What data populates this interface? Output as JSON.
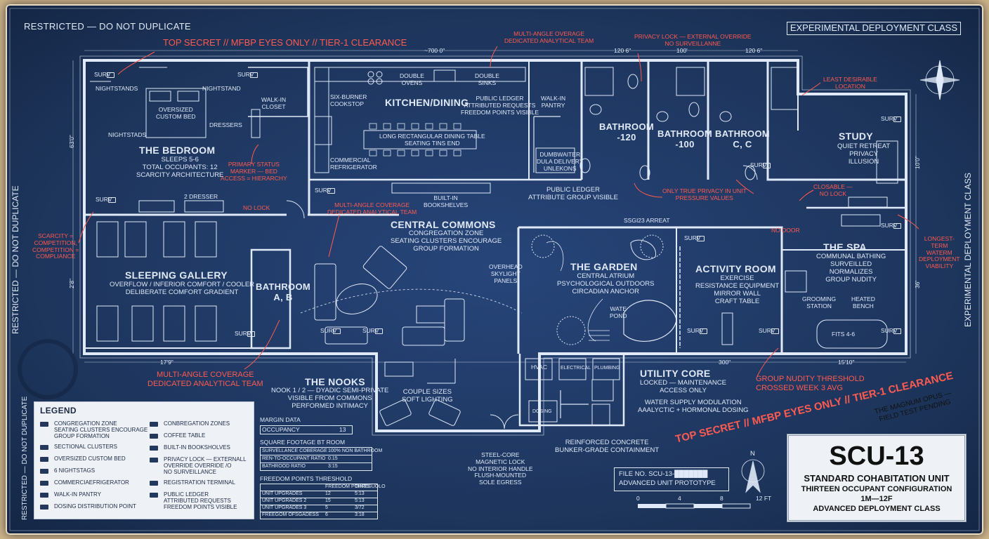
{
  "corner_labels": {
    "top_left": "RESTRICTED — DO NOT DUPLICATE",
    "top_right": "EXPERIMENTAL DEPLOYMENT CLASS",
    "left_vertical": "RESTRICTED — DO NOT DUPLICATE",
    "left_vertical_lower": "RESTRICTED — DO NOT DUPLICATE",
    "right_vertical": "EXPERIMENTAL DEPLOYMENT CLASS"
  },
  "annotations": {
    "top_secret_top": "TOP SECRET // MFBP EYES ONLY // TIER-1 CLEARANCE",
    "multi_angle_top": [
      "MULTI-ANGLE OVERAGE",
      "DEDICATED ANALYTICAL TEAM"
    ],
    "privacy_lock_top": [
      "PRIVACY LOCK — EXTERNAL OVERRIDE",
      "NO SURVEILLANNE"
    ],
    "least_desirable": [
      "LEAST DESIRABLE",
      "LOCATION"
    ],
    "primary_status": [
      "PRIMARY STATUS",
      "MARKER — BED",
      "ACCESS = HIERARCHY"
    ],
    "no_lock": "NO LOCK",
    "multi_angle_mid": [
      "MULTI-ANGLE COVERAGE",
      "DEDICATED ANALYTICAL TEAM"
    ],
    "only_true_privacy": [
      "ONLY TRUE PRIVACY IN UNIT",
      "PRESSURE VALUES"
    ],
    "closable": [
      "CLOSABLE —",
      "NO LOCK"
    ],
    "no_door": "NO DOOR",
    "scarcity": [
      "SCARCITY =",
      "COMPETITION,",
      "COMPETITION =",
      "COMPLIANCE"
    ],
    "longest_term": [
      "LONGEST-",
      "TERM",
      "WATERM",
      "DEPLOYMENT",
      "VIABILITY"
    ],
    "multi_angle_bottom": [
      "MULTI-ANGLE COVERAGE",
      "DEDICATED ANALYTICAL TEAM"
    ],
    "group_nudity": [
      "GROUP NUDITY THRESHOLD",
      "CROSSED WEEK 3 AVG"
    ],
    "top_secret_bottom": "TOP SECRET // MFBP EYES ONLY // TIER-1 CLEARANCE",
    "magnum_opus": [
      "THE MAGNUM OPUS —",
      "FIELD TEST PENDING"
    ]
  },
  "dimensions": {
    "top_a": "~700 0\"",
    "top_b": "120 6\"",
    "top_c": "100'",
    "top_d": "120 6\"",
    "bottom_a": "17'9\"",
    "bottom_b": "300\"",
    "bottom_c": "15'10\"",
    "left_a": "63'0\"",
    "left_b": "2'8\"",
    "right_a": "10'0\"",
    "right_b": "36'"
  },
  "rooms": {
    "bedroom": {
      "title": "THE BEDROOM",
      "lines": [
        "SLEEPS 5-6",
        "TOTAL OCCUPANTS: 12",
        "SCARCITY ARCHITECTURE"
      ],
      "bed": [
        "OVERSIZED",
        "CUSTOM BED"
      ],
      "nightstands_a": "NIGHTSTANDS",
      "nightstand_b": "NIGHTSTAND",
      "nightstands_c": "NIGHTSTADS",
      "walkin": [
        "WALK-IN",
        "CLOSET"
      ],
      "dressers": "DRESSERS",
      "dresser2": "2 DRESSER"
    },
    "kitchen": {
      "title": "KITCHEN/DINING",
      "burner": [
        "SIX-BURNER",
        "COOKSTOP"
      ],
      "ovens": [
        "DOUBLE",
        "OVENS"
      ],
      "sinks": [
        "DOUBLE",
        "SINKS"
      ],
      "public_ledger": [
        "PUBLIC LEDGER",
        "ATTRIBUTED REQUESTS",
        "FREEDOM POINTS VISIBLE"
      ],
      "table": [
        "LONG RECTANGULAR DINING TABLE",
        "SEATING TINS END"
      ],
      "fridge": [
        "COMMERCIAL",
        "REFRIGERATOR"
      ],
      "pantry": [
        "WALK-IN",
        "PANTRY"
      ],
      "dumbwaiter": [
        "DUMBWAITER",
        "DULA DELIVERY",
        "UNLEKONS"
      ],
      "bookshelves": [
        "BUILT-IN",
        "BOOKSHELVES"
      ]
    },
    "bath_120": {
      "title": [
        "BATHROOM",
        "-120"
      ]
    },
    "bath_100": {
      "title": [
        "BATHROOM",
        "-100"
      ]
    },
    "bath_cc": {
      "title": [
        "BATHROOM",
        "C, C"
      ]
    },
    "study": {
      "title": "STUDY",
      "lines": [
        "QUIET RETREAT",
        "PRIVACY",
        "ILLUSION"
      ]
    },
    "ledger_mid": [
      "PUBLIC LEDGER",
      "ATTRIBUTE GROUP VISIBLE"
    ],
    "commons": {
      "title": "CENTRAL COMMONS",
      "lines": [
        "CONGREGATION ZONE",
        "SEATING CLUSTERS ENCOURAGE",
        "GROUP FORMATION"
      ]
    },
    "skylight": [
      "OVERHEAD",
      "SKYLIGHT",
      "PANELS"
    ],
    "sleeping": {
      "title": "SLEEPING GALLERY",
      "lines": [
        "OVERFLOW / INFERIOR COMFORT / COOLER",
        "DELIBERATE COMFORT GRADIENT"
      ]
    },
    "bath_ab": {
      "title": [
        "BATHROOM",
        "A, B"
      ]
    },
    "garden": {
      "title": "THE GARDEN",
      "lines": [
        "CENTRAL ATRIUM",
        "PSYCHOLOGICAL OUTDOORS",
        "CIRCADIAN ANCHOR"
      ],
      "pond": [
        "WATE",
        "POND"
      ],
      "top_label": "SSGI23 ARREAT"
    },
    "activity": {
      "title": "ACTIVITY ROOM",
      "lines": [
        "EXERCISE",
        "RESISTANCE EQUIPMENT",
        "MIRROR WALL",
        "CRAFT TABLE"
      ]
    },
    "spa": {
      "title": "THE SPA",
      "lines": [
        "COMMUNAL BATHING",
        "SURVEILLED",
        "NORMALIZES",
        "GROUP NUDITY"
      ],
      "grooming": [
        "GROOMING",
        "STATION"
      ],
      "bench": [
        "HEATED",
        "BENCH"
      ],
      "tub": "FITS 4-6"
    },
    "nooks": {
      "title": "THE NOOKS",
      "lines": [
        "NOOK 1 / 2 — DYADIC SEMI-PRIVATE",
        "VISIBLE FROM COMMONS",
        "PERFORMED INTIMACY"
      ],
      "inner": [
        "COUPLE SIZES",
        "SOFT LIGHTING"
      ]
    },
    "utility": {
      "title": "UTILITY CORE",
      "lines": [
        "LOCKED — MAINTENANCE",
        "ACCESS ONLY"
      ],
      "water": [
        "WATER SUPPLY MODULATION",
        "AAALYCTIC + HORMONAL DOSING"
      ],
      "hvac": "HVAC",
      "electrical": "ELECTRICAL",
      "plumbing": "PLUMBING",
      "dosing": "DOSING"
    },
    "door": [
      "STEEL-CORE",
      "MAGNETIC LOCK",
      "NO INTERIOR HANDLE",
      "FLUSH-MOUNTED",
      "SOLE EGRESS"
    ],
    "concrete": [
      "REINFORCED CONCRETE",
      "BUNKER-GRADE CONTAINMENT"
    ]
  },
  "surv_label": "SURV",
  "legend": {
    "title": "LEGEND",
    "items_left": [
      [
        "CONGREGATION ZONE",
        "SEATING CLUSTERS ENCOURAGE",
        "GROUP FORMATION"
      ],
      [
        "SECTIONAL CLUSTERS"
      ],
      [
        "OVERSIZED CUSTOM BED"
      ],
      [
        "6 NIGHTSTAGS"
      ],
      [
        "COMMERCIAEFRIGERATOR"
      ],
      [
        "WALK-IN PANTRY"
      ],
      [
        "DOSING DISTRIBUTION POINT"
      ]
    ],
    "items_right": [
      [
        "CONBREGATION ZONES"
      ],
      [
        "COFFEE TABLE"
      ],
      [
        "BUILT-IN BOOKSHOLVES"
      ],
      [
        "PRIVACY LOCK — EXTERNALL",
        "OVERRIDE OVERRIDE /O",
        "NO SURVEILLANCE"
      ],
      [
        "REGISTRATION TERMINAL"
      ],
      [
        "PUBLIC LEDGER",
        "ATTRIBUTED REQUESTS",
        "FREEDOM POINTS VISIBLE"
      ]
    ]
  },
  "margin_data": {
    "title": "MARGIN DATA",
    "occupancy": [
      "OCCUPANCY",
      "13"
    ],
    "sqft_title": "SQUARE FOOTAGE BT ROOM",
    "sqft_rows": [
      [
        "SURVELLANCE COBERAGE",
        "100% NON BATHROOM"
      ],
      [
        "REN-TO-OCCUPANT RATIO",
        "0.15"
      ],
      [
        "BATHROOD RATIO",
        "3:15"
      ]
    ],
    "fp_title": "FREEDOM POINTS THRESHOLD",
    "fp_head": [
      "",
      "FREEDOM POINTS",
      "THRESUOLO"
    ],
    "fp_rows": [
      [
        "UNIT UPGRADES",
        "12",
        "5:13"
      ],
      [
        "UNIT UPGRADES 2",
        "15",
        "5:13"
      ],
      [
        "UNIT UPGRADES 3",
        "5",
        "3/72"
      ],
      [
        "FREEGOM OFSGADESS",
        "6",
        "3:18"
      ]
    ]
  },
  "file_box": [
    "FILE NO. SCU-13-███████",
    "ADVANCED UNIT PROTOTYPE"
  ],
  "scale": {
    "ticks": [
      "0",
      "4",
      "8",
      "12 ft"
    ]
  },
  "title_block": {
    "code": "SCU-13",
    "line1": "STANDARD COHABITATION UNIT",
    "line2": "THIRTEEN OCCUPANT CONFIGURATION",
    "line3": "1M—12F",
    "line4": "ADVANCED DEPLOYMENT CLASS"
  },
  "compass": "N",
  "colors": {
    "paper": "#213a62",
    "line": "#dfe9f7",
    "red": "#ff5a4f",
    "stain": "#cdb48c"
  }
}
